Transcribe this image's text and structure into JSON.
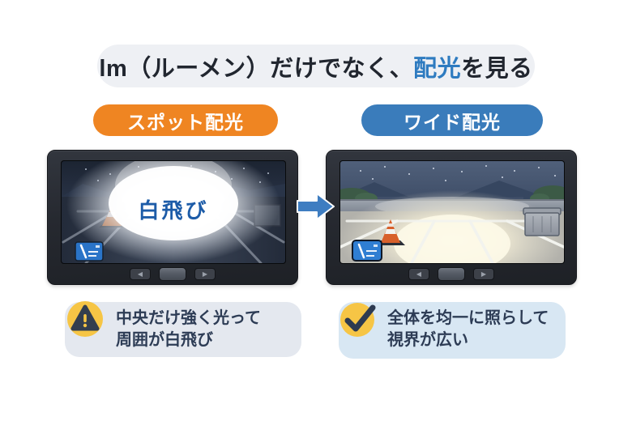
{
  "title": {
    "prefix": "lm（ルーメン）だけでなく、",
    "highlight": "配光",
    "suffix": "を見る"
  },
  "comparison": {
    "left": {
      "badge_label": "スポット配光",
      "screen_overlay_label": "白飛び",
      "caption": {
        "line1": "中央だけ強く光って",
        "line2": "周囲が白飛び"
      },
      "icon": "warning-icon"
    },
    "right": {
      "badge_label": "ワイド配光",
      "caption": {
        "line1": "全体を均一に照らして",
        "line2": "視界が広い"
      },
      "icon": "check-icon"
    }
  },
  "monitor": {
    "prev_glyph": "◀",
    "next_glyph": "▶"
  },
  "colors": {
    "title_pill_bg": "#eef0f4",
    "title_highlight": "#2e7bc0",
    "spot_badge": "#ef8522",
    "wide_badge": "#3a7cbb",
    "caption_left_bg": "#e4e8ef",
    "caption_right_bg": "#d8e7f3",
    "icon_circle": "#f6c545",
    "icon_glyph": "#333e4e",
    "arrow": "#3e7dc1",
    "screen_label_blue": "#1d5ca8",
    "monitor_bezel": "#26292f"
  }
}
